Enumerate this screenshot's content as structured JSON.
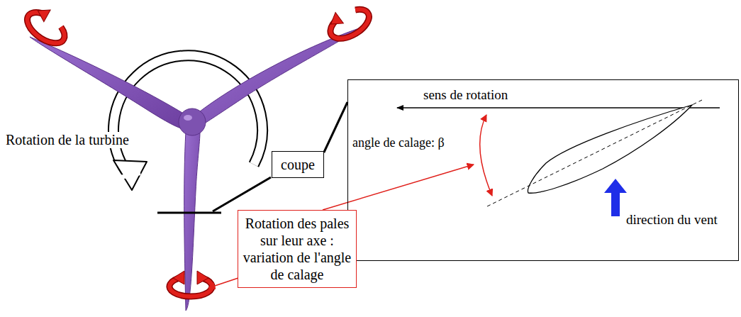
{
  "diagram": {
    "nodes": [
      {
        "text": [
          "sens de rotation",
          "angle de calage: β",
          "direction du vent"
        ]
      },
      {
        "text": [
          "coupe"
        ]
      },
      {
        "text": [
          "Rotation des pales sur leur axe : variation de l'angle de calage"
        ]
      }
    ],
    "edges": [
      {
        "from": 1,
        "to": 0,
        "arrow": "none"
      }
    ],
    "labels": [
      "Rotation de la turbine"
    ]
  }
}
